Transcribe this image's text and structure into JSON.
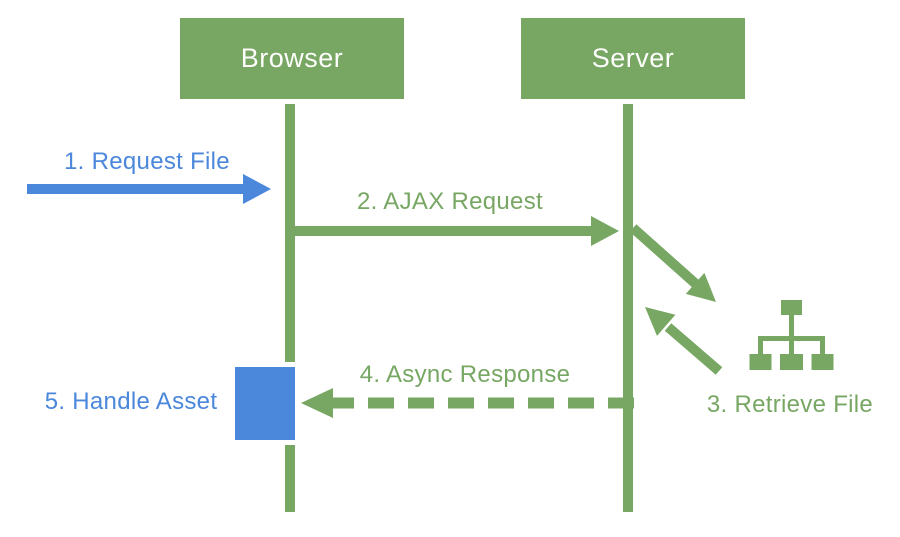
{
  "diagram": {
    "colors": {
      "green": "#77A763",
      "blue": "#4B87DB",
      "actor_text": "#FDFDFB"
    },
    "actors": [
      {
        "label": "Browser"
      },
      {
        "label": "Server"
      }
    ],
    "steps": [
      {
        "label": "1. Request File",
        "color": "blue"
      },
      {
        "label": "2. AJAX Request",
        "color": "green"
      },
      {
        "label": "3. Retrieve File",
        "color": "green"
      },
      {
        "label": "4. Async Response",
        "color": "green"
      },
      {
        "label": "5. Handle Asset",
        "color": "blue"
      }
    ],
    "icons": [
      {
        "name": "sitemap-icon"
      }
    ]
  }
}
